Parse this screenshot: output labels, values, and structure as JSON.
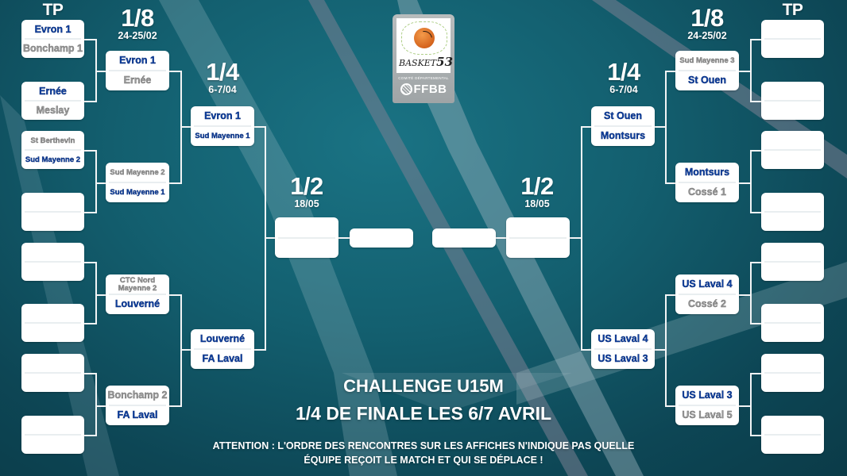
{
  "title": "CHALLENGE U15M",
  "subtitle": "1/4 DE FINALE LES 6/7 AVRIL",
  "notice_line1": "ATTENTION : L'ORDRE DES RENCONTRES SUR LES AFFICHES N'INDIQUE PAS QUELLE",
  "notice_line2": "ÉQUIPE REÇOIT LE MATCH ET QUI SE DÉPLACE !",
  "logo": {
    "name": "BASKET",
    "number": "53",
    "committee": "COMITÉ DÉPARTEMENTAL",
    "federation": "FFBB"
  },
  "colors": {
    "background": "#135f6f",
    "winner_text": "#0d3fa0",
    "loser_text": "#9a9a9a",
    "box": "#ffffff"
  },
  "rounds": {
    "left": {
      "tp": {
        "label": "TP",
        "date": ""
      },
      "r16": {
        "label": "1/8",
        "date": "24-25/02"
      },
      "qf": {
        "label": "1/4",
        "date": "6-7/04"
      },
      "sf": {
        "label": "1/2",
        "date": "18/05"
      }
    },
    "right": {
      "tp": {
        "label": "TP",
        "date": ""
      },
      "r16": {
        "label": "1/8",
        "date": "24-25/02"
      },
      "qf": {
        "label": "1/4",
        "date": "6-7/04"
      },
      "sf": {
        "label": "1/2",
        "date": "18/05"
      }
    }
  },
  "left": {
    "tp": [
      {
        "top": "Evron 1",
        "top_status": "win",
        "bottom": "Bonchamp 1",
        "bottom_status": "lose"
      },
      {
        "top": "Ernée",
        "top_status": "win",
        "bottom": "Meslay",
        "bottom_status": "lose"
      },
      {
        "top": "St Berthevin",
        "top_status": "lose",
        "bottom": "Sud Mayenne 2",
        "bottom_status": "win"
      },
      {
        "top": "",
        "top_status": "",
        "bottom": "",
        "bottom_status": ""
      },
      {
        "top": "",
        "top_status": "",
        "bottom": "",
        "bottom_status": ""
      },
      {
        "top": "",
        "top_status": "",
        "bottom": "",
        "bottom_status": ""
      },
      {
        "top": "",
        "top_status": "",
        "bottom": "",
        "bottom_status": ""
      },
      {
        "top": "",
        "top_status": "",
        "bottom": "",
        "bottom_status": ""
      }
    ],
    "r16": [
      {
        "top": "Evron 1",
        "top_status": "win",
        "bottom": "Ernée",
        "bottom_status": "lose"
      },
      {
        "top": "Sud Mayenne 2",
        "top_status": "lose",
        "bottom": "Sud Mayenne 1",
        "bottom_status": "win"
      },
      {
        "top": "CTC Nord Mayenne 2",
        "top_status": "lose",
        "bottom": "Louverné",
        "bottom_status": "win"
      },
      {
        "top": "Bonchamp 2",
        "top_status": "lose",
        "bottom": "FA Laval",
        "bottom_status": "win"
      }
    ],
    "qf": [
      {
        "top": "Evron 1",
        "top_status": "win",
        "bottom": "Sud Mayenne 1",
        "bottom_status": "win"
      },
      {
        "top": "Louverné",
        "top_status": "win",
        "bottom": "FA Laval",
        "bottom_status": "win"
      }
    ],
    "sf": [
      {
        "top": "",
        "bottom": ""
      }
    ],
    "final": ""
  },
  "right": {
    "tp": [
      {
        "top": "",
        "top_status": "",
        "bottom": "",
        "bottom_status": ""
      },
      {
        "top": "",
        "top_status": "",
        "bottom": "",
        "bottom_status": ""
      },
      {
        "top": "",
        "top_status": "",
        "bottom": "",
        "bottom_status": ""
      },
      {
        "top": "",
        "top_status": "",
        "bottom": "",
        "bottom_status": ""
      },
      {
        "top": "",
        "top_status": "",
        "bottom": "",
        "bottom_status": ""
      },
      {
        "top": "",
        "top_status": "",
        "bottom": "",
        "bottom_status": ""
      },
      {
        "top": "",
        "top_status": "",
        "bottom": "",
        "bottom_status": ""
      },
      {
        "top": "",
        "top_status": "",
        "bottom": "",
        "bottom_status": ""
      }
    ],
    "r16": [
      {
        "top": "Sud Mayenne 3",
        "top_status": "lose",
        "bottom": "St Ouen",
        "bottom_status": "win"
      },
      {
        "top": "Montsurs",
        "top_status": "win",
        "bottom": "Cossé 1",
        "bottom_status": "lose"
      },
      {
        "top": "US Laval 4",
        "top_status": "win",
        "bottom": "Cossé 2",
        "bottom_status": "lose"
      },
      {
        "top": "US Laval 3",
        "top_status": "win",
        "bottom": "US Laval 5",
        "bottom_status": "lose"
      }
    ],
    "qf": [
      {
        "top": "St Ouen",
        "top_status": "win",
        "bottom": "Montsurs",
        "bottom_status": "win"
      },
      {
        "top": "US Laval 4",
        "top_status": "win",
        "bottom": "US Laval 3",
        "bottom_status": "win"
      }
    ],
    "sf": [
      {
        "top": "",
        "bottom": ""
      }
    ],
    "final": ""
  }
}
